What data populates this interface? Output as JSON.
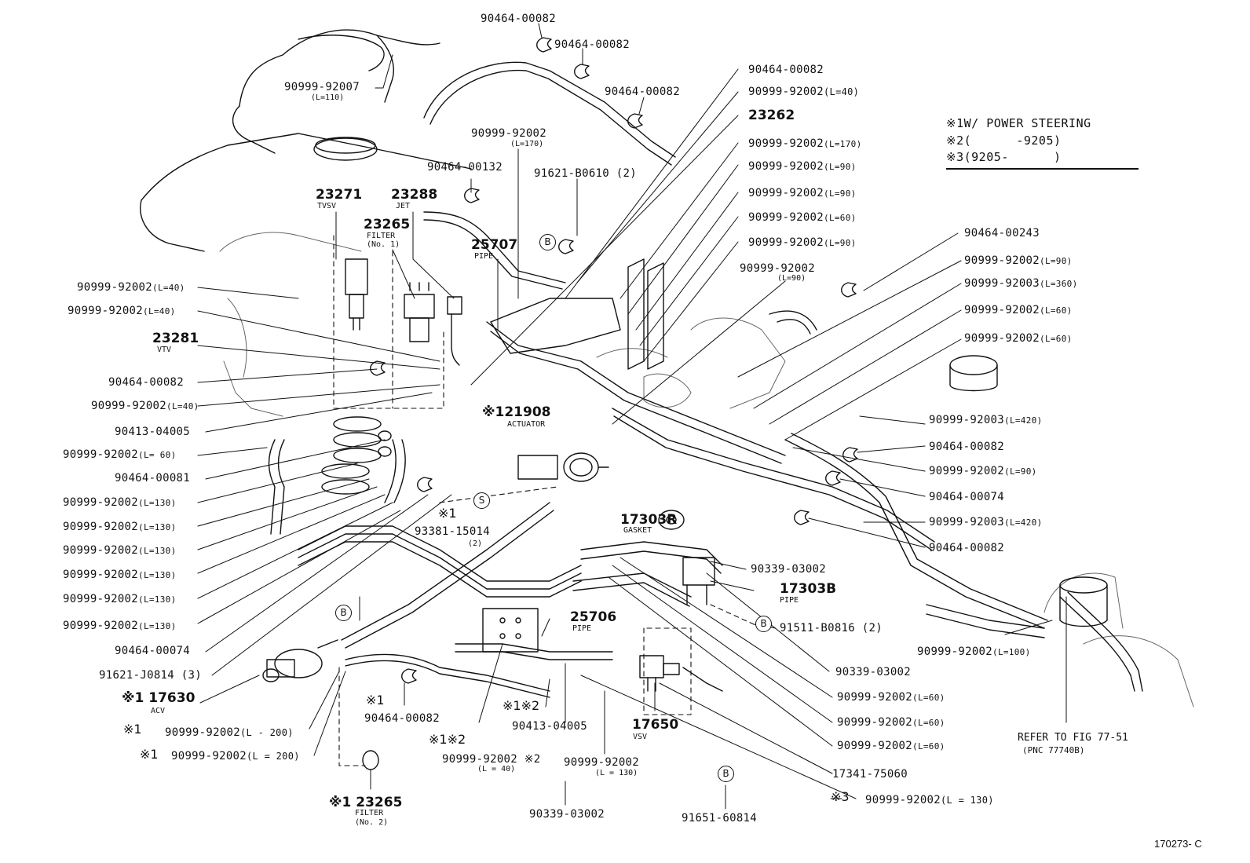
{
  "legend": {
    "notes": [
      {
        "mark": "※1",
        "text": "W/ POWER STEERING"
      },
      {
        "mark": "※2",
        "text": "(      -9205)"
      },
      {
        "mark": "※3",
        "text": "(9205-      )"
      }
    ]
  },
  "parts": [
    {
      "id": "p01",
      "code": "90464-00082"
    },
    {
      "id": "p02",
      "code": "90464-00082"
    },
    {
      "id": "p03",
      "code": "90999-92007",
      "sub": "(L=110)"
    },
    {
      "id": "p04",
      "code": "90464-00082"
    },
    {
      "id": "p05",
      "code": "90464-00082"
    },
    {
      "id": "p06",
      "code": "90999-92002",
      "sub": "(L=40)"
    },
    {
      "id": "p07",
      "code": "23262"
    },
    {
      "id": "p08",
      "code": "90999-92002",
      "sub": "(L=170)"
    },
    {
      "id": "p09",
      "code": "90999-92002",
      "sub": "(L=170)"
    },
    {
      "id": "p10",
      "code": "90999-92002",
      "sub": "(L=90)"
    },
    {
      "id": "p11",
      "code": "90464-00132"
    },
    {
      "id": "p12",
      "code": "91621-B0610 (2)"
    },
    {
      "id": "p13",
      "code": "90999-92002",
      "sub": "(L=90)"
    },
    {
      "id": "p14",
      "code": "90999-92002",
      "sub": "(L=60)"
    },
    {
      "id": "p15",
      "code": "90999-92002",
      "sub": "(L=90)"
    },
    {
      "id": "p16",
      "code": "23271",
      "sub": "TVSV"
    },
    {
      "id": "p17",
      "code": "23288",
      "sub": "JET"
    },
    {
      "id": "p18",
      "code": "23265",
      "sub": "FILTER",
      "sub2": "(No. 1)"
    },
    {
      "id": "p19",
      "code": "25707",
      "sub": "PIPE"
    },
    {
      "id": "p20",
      "code": "90999-92002",
      "sub": "(L=90)"
    },
    {
      "id": "p21",
      "code": "90464-00243"
    },
    {
      "id": "p22",
      "code": "90999-92002",
      "sub": "(L=90)"
    },
    {
      "id": "p23",
      "code": "90999-92003",
      "sub": "(L=360)"
    },
    {
      "id": "p24",
      "code": "90999-92002",
      "sub": "(L=60)"
    },
    {
      "id": "p25",
      "code": "90999-92002",
      "sub": "(L=60)"
    },
    {
      "id": "p26",
      "code": "90999-92002",
      "sub": "(L=40)"
    },
    {
      "id": "p27",
      "code": "90999-92002",
      "sub": "(L=40)"
    },
    {
      "id": "p28",
      "code": "23281",
      "sub": "VTV"
    },
    {
      "id": "p29",
      "code": "90464-00082"
    },
    {
      "id": "p30",
      "code": "90999-92002",
      "sub": "(L=40)"
    },
    {
      "id": "p31",
      "code": "90413-04005"
    },
    {
      "id": "p32",
      "code": "※121908",
      "sub": "ACTUATOR"
    },
    {
      "id": "p33",
      "code": "90999-92003",
      "sub": "(L=420)"
    },
    {
      "id": "p34",
      "code": "90999-92002",
      "sub": "(L= 60)"
    },
    {
      "id": "p35",
      "code": "90464-00082"
    },
    {
      "id": "p36",
      "code": "90464-00081"
    },
    {
      "id": "p37",
      "code": "90999-92002",
      "sub": "(L=90)"
    },
    {
      "id": "p38",
      "code": "90999-92002",
      "sub": "(L=130)"
    },
    {
      "id": "p39",
      "code": "90464-00074"
    },
    {
      "id": "p40",
      "code": "90999-92002",
      "sub": "(L=130)"
    },
    {
      "id": "p41",
      "code": "90999-92003",
      "sub": "(L=420)"
    },
    {
      "id": "p42",
      "code": "90999-92002",
      "sub": "(L=130)"
    },
    {
      "id": "p43",
      "code": "93381-15014",
      "sub": "(2)",
      "mark": "※1"
    },
    {
      "id": "p44",
      "code": "17303R",
      "sub": "GASKET"
    },
    {
      "id": "p45",
      "code": "90464-00082"
    },
    {
      "id": "p46",
      "code": "90999-92002",
      "sub": "(L=130)"
    },
    {
      "id": "p47",
      "code": "90999-92002",
      "sub": "(L=130)"
    },
    {
      "id": "p48",
      "code": "90339-03002"
    },
    {
      "id": "p49",
      "code": "17303B",
      "sub": "PIPE"
    },
    {
      "id": "p50",
      "code": "90999-92002",
      "sub": "(L=130)"
    },
    {
      "id": "p51",
      "code": "25706",
      "sub": "PIPE"
    },
    {
      "id": "p52",
      "code": "91511-B0816 (2)"
    },
    {
      "id": "p53",
      "code": "90464-00074"
    },
    {
      "id": "p54",
      "code": "90999-92002",
      "sub": "(L=100)"
    },
    {
      "id": "p55",
      "code": "91621-J0814 (3)"
    },
    {
      "id": "p56",
      "code": "90339-03002"
    },
    {
      "id": "p57",
      "code": "※1 17630",
      "sub": "ACV"
    },
    {
      "id": "p58",
      "code": "90464-00082",
      "mark": "※1"
    },
    {
      "id": "p59",
      "code": "※1※2"
    },
    {
      "id": "p60",
      "code": "90999-92002",
      "sub": "(L=60)"
    },
    {
      "id": "p61",
      "code": "90999-92002",
      "sub": "(L=60)"
    },
    {
      "id": "p62",
      "code": "90999-92002",
      "sub": "(L=60)"
    },
    {
      "id": "p63",
      "code": "90999-92002",
      "sub": "(L - 200)",
      "mark": "※1"
    },
    {
      "id": "p64",
      "code": "90413-04005"
    },
    {
      "id": "p65",
      "code": "17650",
      "sub": "VSV"
    },
    {
      "id": "p66",
      "code": "※1※2"
    },
    {
      "id": "p67",
      "code": "90999-92002",
      "sub": "(L = 200)",
      "mark": "※1"
    },
    {
      "id": "p68",
      "code": "90999-92002 ※2",
      "sub": "(L = 40)"
    },
    {
      "id": "p69",
      "code": "90999-92002",
      "sub": "(L = 130)"
    },
    {
      "id": "p70",
      "code": "17341-75060"
    },
    {
      "id": "p71",
      "code": "※1 23265",
      "sub": "FILTER",
      "sub2": "(No. 2)"
    },
    {
      "id": "p72",
      "code": "90339-03002"
    },
    {
      "id": "p73",
      "code": "91651-60814"
    },
    {
      "id": "p74",
      "code": "90999-92002",
      "sub": "(L = 130)",
      "mark": "※3"
    }
  ],
  "callouts": [
    {
      "id": "b1",
      "letter": "B"
    },
    {
      "id": "b2",
      "letter": "B"
    },
    {
      "id": "b3",
      "letter": "B"
    },
    {
      "id": "b4",
      "letter": "B"
    },
    {
      "id": "s1",
      "letter": "S"
    }
  ],
  "refer": {
    "line1": "REFER TO FIG 77-51",
    "line2": "(PNC 77740B)"
  },
  "figure_number": "170273- C"
}
